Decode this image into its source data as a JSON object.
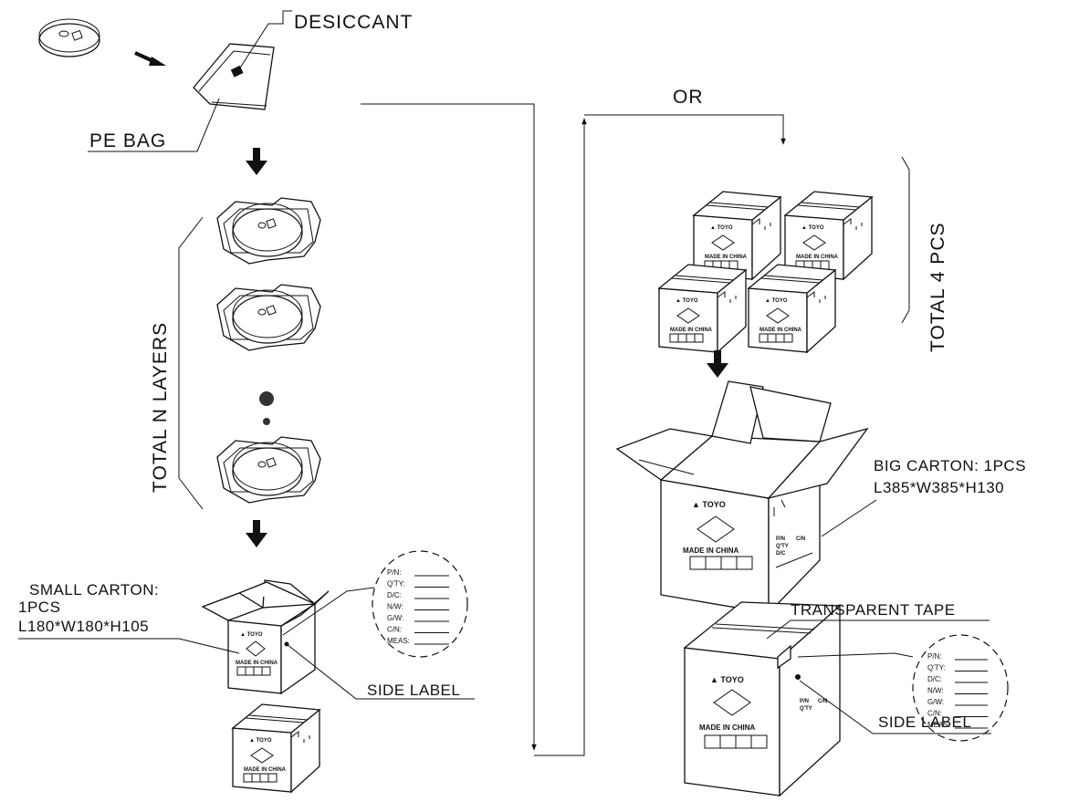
{
  "labels": {
    "desiccant": "DESICCANT",
    "pe_bag": "PE BAG",
    "total_layers": "TOTAL N LAYERS",
    "or": "OR",
    "total_pcs": "TOTAL 4 PCS",
    "small_carton_line1": "SMALL CARTON:",
    "small_carton_line2": "1PCS",
    "small_carton_dims": "L180*W180*H105",
    "side_label_left": "SIDE LABEL",
    "big_carton_line1": "BIG CARTON: 1PCS",
    "big_carton_dims": "L385*W385*H130",
    "transparent_tape": "TRANSPARENT TAPE",
    "side_label_right": "SIDE LABEL"
  },
  "side_label_fields": [
    "P/N:",
    "Q'TY:",
    "D/C:",
    "N/W:",
    "G/W:",
    "C/N:",
    "MEAS:"
  ],
  "carton_print": {
    "brand": "TOYO",
    "made_in": "MADE IN CHINA",
    "side_fields": [
      "P/N",
      "Q'TY",
      "D/C",
      "C/N"
    ]
  }
}
